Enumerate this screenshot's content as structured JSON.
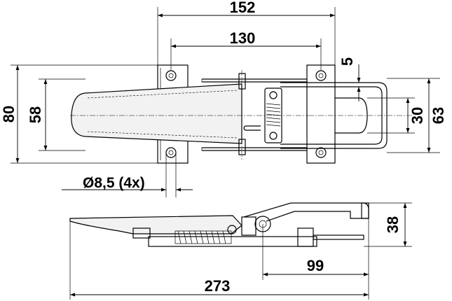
{
  "dimensions": {
    "top_width_outer": "152",
    "top_width_inner": "130",
    "hook_offset": "5",
    "height_outer": "80",
    "height_inner": "58",
    "strike_height_inner": "30",
    "strike_height_outer": "63",
    "hole_diameter": "Ø8,5 (4x)",
    "side_height": "38",
    "side_hook_length": "99",
    "overall_length": "273"
  }
}
